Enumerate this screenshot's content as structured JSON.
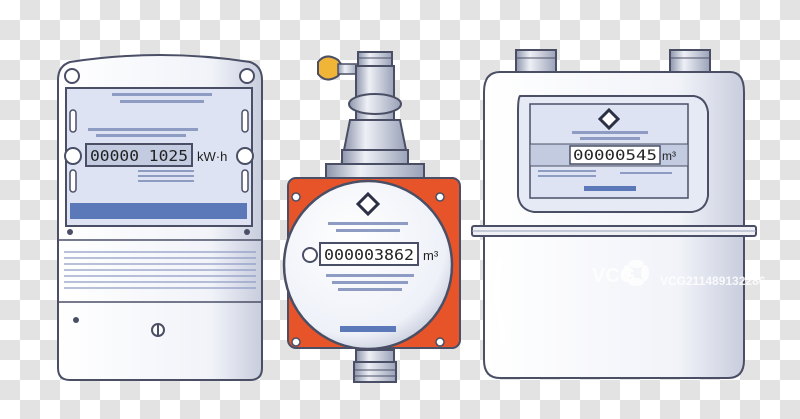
{
  "electric_meter": {
    "reading": "00000 1025",
    "unit": "kW·h"
  },
  "water_meter": {
    "reading": "000003862",
    "unit": "m³"
  },
  "gas_meter": {
    "reading": "00000545",
    "unit": "m³"
  },
  "watermark": {
    "logo": "VCG",
    "text": "VCG211489132286",
    "icon": "vcg-flower-icon"
  },
  "colors": {
    "outline": "#4a4f66",
    "body_white": "#f3f5fa",
    "body_shade": "#c9cede",
    "panel_blue": "#dde3f2",
    "bar_blue": "#5b79b8",
    "flange_orange": "#e8542a",
    "valve_yellow": "#f0b437",
    "metal_gray": "#b8bfd1"
  }
}
